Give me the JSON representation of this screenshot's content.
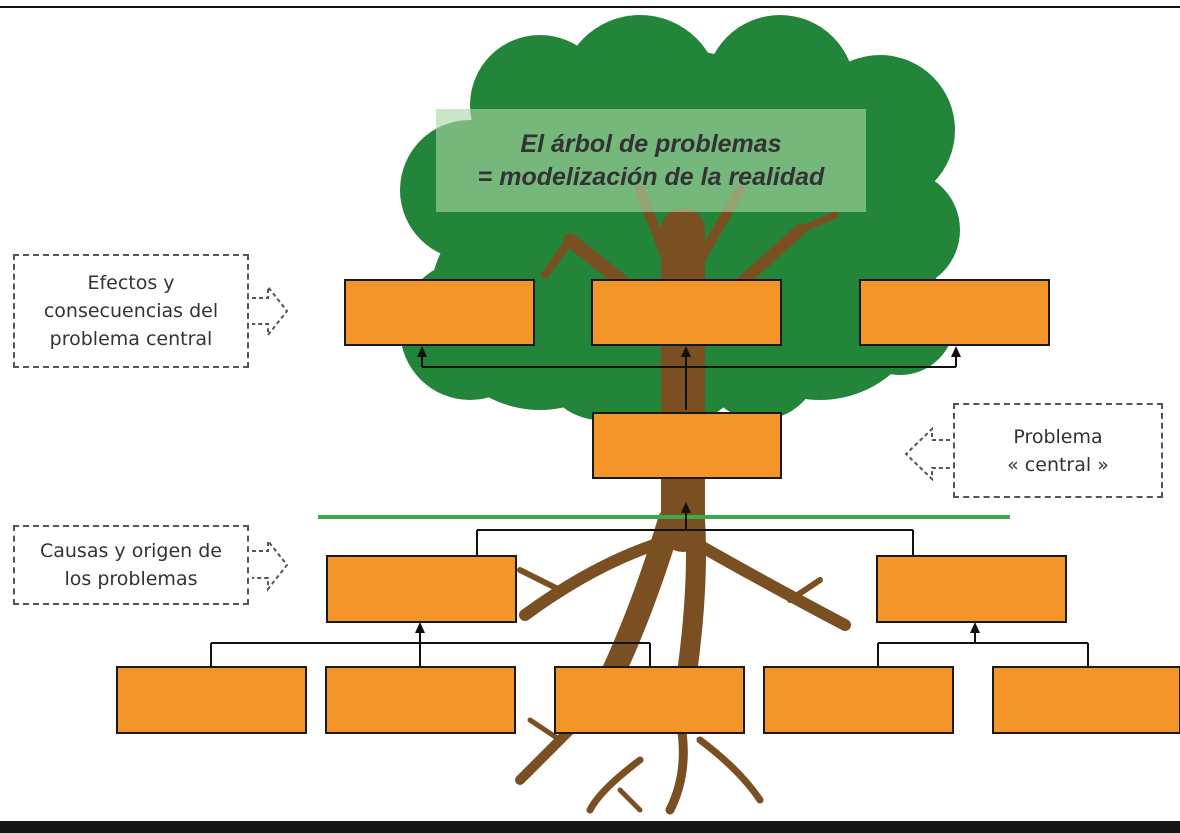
{
  "diagram": {
    "title_line1": "El árbol de problemas",
    "title_line2": "= modelización de la realidad",
    "effects_label": "Efectos y\nconsecuencias del\nproblema central",
    "central_label": "Problema\n« central »",
    "causes_label": "Causas y origen de\nlos problemas",
    "box_fill": "#f4952a",
    "box_border": "#1a1a1a",
    "foliage_color": "#23853a",
    "trunk_color": "#7a4f22",
    "ground_line_color": "#3aaa4a",
    "effect_boxes": [
      "",
      "",
      ""
    ],
    "central_box": "",
    "cause_boxes": [
      "",
      ""
    ],
    "root_cause_boxes": [
      "",
      "",
      "",
      "",
      ""
    ]
  }
}
